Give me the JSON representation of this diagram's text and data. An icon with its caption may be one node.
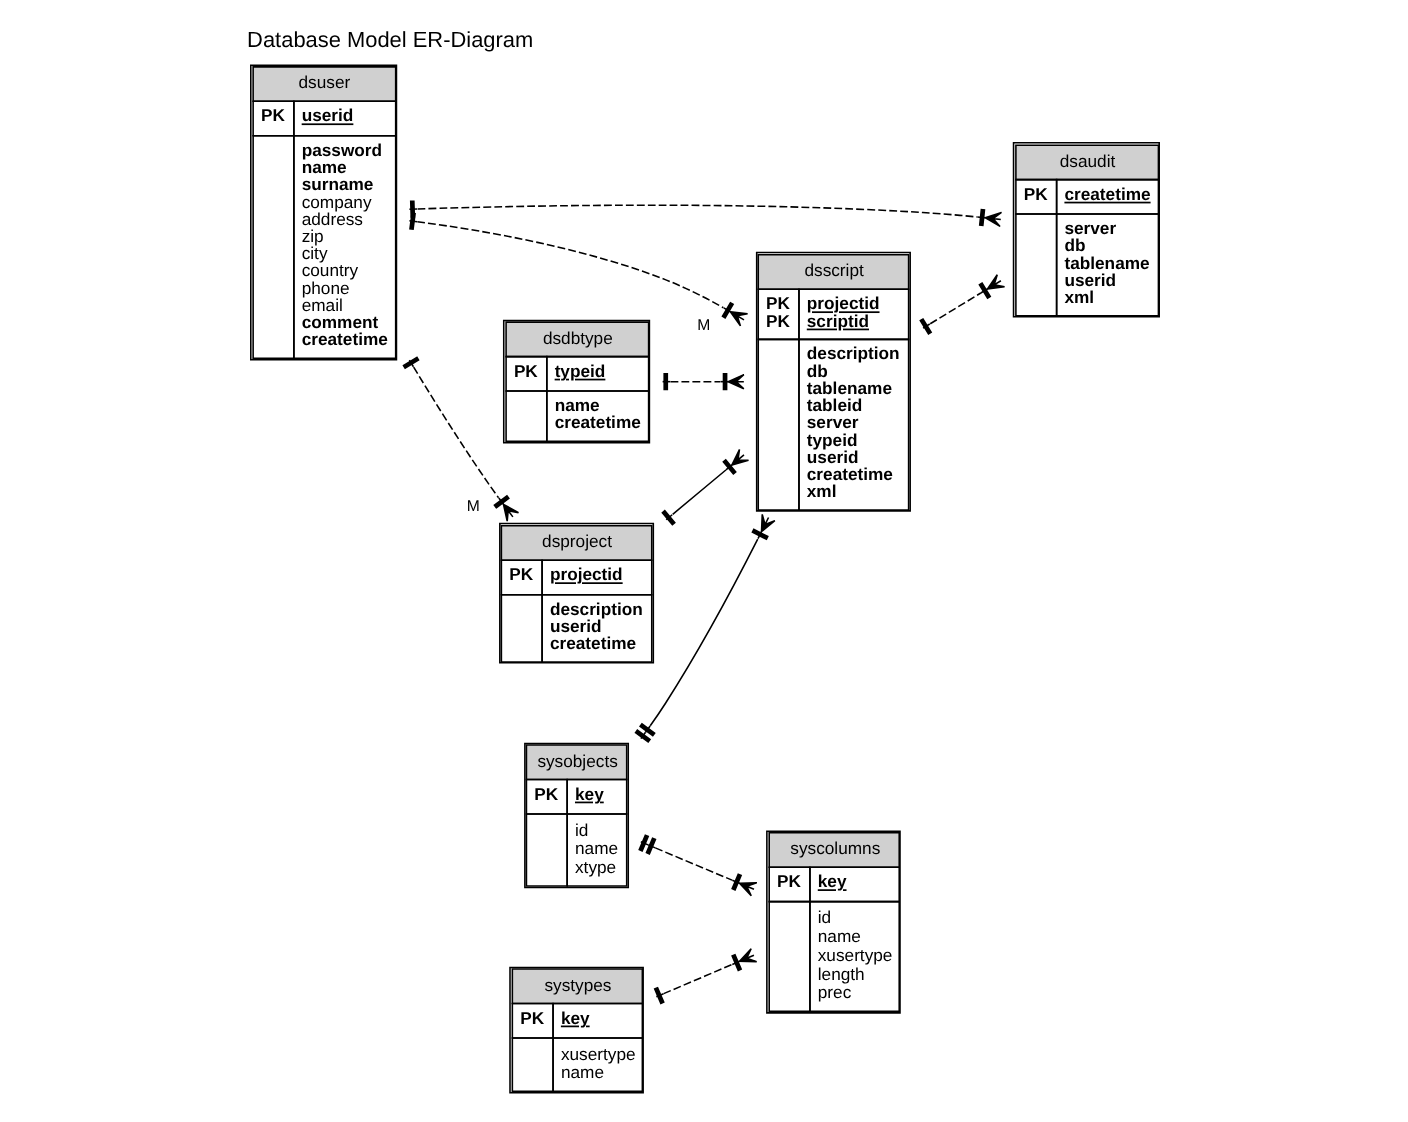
{
  "diagram": {
    "title": "Database Model ER-Diagram",
    "nodes": [
      {
        "text": [
          "dsproject",
          "PK",
          "projectid",
          "description userid createtime"
        ]
      },
      {
        "text": [
          "sysobjects",
          "PK",
          "key",
          "id name xtype"
        ]
      },
      {
        "text": [
          "syscolumns",
          "PK",
          "key",
          "id name xusertype length prec"
        ]
      },
      {
        "text": [
          "systypes",
          "PK",
          "key",
          "xusertype name"
        ]
      },
      {
        "text": [
          "dsscript",
          "PK PK",
          "projectid scriptid",
          "description db tablename tableid server typeid userid createtime xml"
        ]
      },
      {
        "text": [
          "dsaudit",
          "PK",
          "createtime",
          "server db tablename userid xml"
        ]
      },
      {
        "text": [
          "dsuser",
          "PK",
          "userid",
          "**password name surname** company address zip city country phone email **comment createtime**"
        ]
      },
      {
        "text": [
          "dsdbtype",
          "PK",
          "typeid",
          "name createtime"
        ]
      }
    ],
    "edges": [
      {
        "from": 0,
        "to": 4,
        "arrow": "other"
      },
      {
        "from": 6,
        "to": 0,
        "arrow": "other",
        "label": "M",
        "style": "dashed"
      },
      {
        "from": 6,
        "to": 4,
        "arrow": "other",
        "label": "M",
        "style": "dashed"
      },
      {
        "from": 6,
        "to": 5,
        "arrow": "other",
        "style": "dashed"
      },
      {
        "from": 1,
        "to": 4,
        "arrow": "other"
      },
      {
        "from": 1,
        "to": 2,
        "arrow": "other",
        "style": "dashed"
      },
      {
        "from": 3,
        "to": 2,
        "arrow": "other",
        "style": "dashed"
      },
      {
        "from": 4,
        "to": 5,
        "arrow": "other",
        "style": "dashed"
      },
      {
        "from": 7,
        "to": 4,
        "arrow": "other",
        "style": "dashed"
      }
    ]
  }
}
